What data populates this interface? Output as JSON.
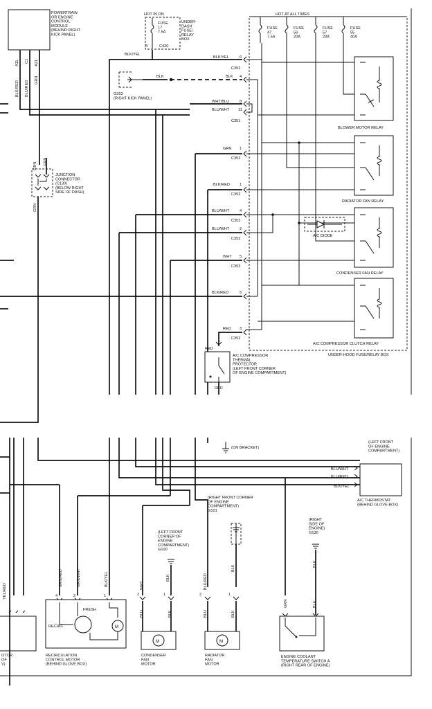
{
  "pcm": {
    "label": "POWERTRAIN\nOR ENGINE\nCONTROL\nMODULE\n(BEHIND RIGHT\nKICK PANEL)",
    "pins": [
      "A11",
      "C1",
      "A21"
    ],
    "wires": [
      "BLK/RED",
      "BLU/RED",
      "GRN"
    ]
  },
  "hot_in_on": "HOT IN ON",
  "hot_at_all_times": "HOT AT ALL TIMES",
  "under_dash": {
    "fuse": "FUSE\n17\n7.5A",
    "box": "UNDER-\nDASH\nFUSE/\nRELAY\nBOX",
    "connector": "C420",
    "pin": "3"
  },
  "fuses": [
    {
      "label": "FUSE\n47\n7.5A"
    },
    {
      "label": "FUSE\n56\n20A"
    },
    {
      "label": "FUSE\n57\n20A"
    },
    {
      "label": "FUSE\n55\n40A"
    }
  ],
  "g203": {
    "wire": "BLK",
    "label": "G203\n(RIGHT KICK PANEL)"
  },
  "left_wire": "BLK/YEL",
  "connectors": [
    {
      "wire": "BLK/YEL",
      "pin": "6",
      "conn": ""
    },
    {
      "wire": "BLK",
      "pin": "4",
      "conn": "C352"
    },
    {
      "wire": "WHT/BLU",
      "pin": "8",
      "conn": ""
    },
    {
      "wire": "BLU/WHT",
      "pin": "11",
      "conn": "C351"
    },
    {
      "wire": "GRN",
      "pin": "1",
      "conn": "C352"
    },
    {
      "wire": "BLK/RED",
      "pin": "1",
      "conn": "C352"
    },
    {
      "wire": "BLU/WHT",
      "pin": "4",
      "conn": "C353"
    },
    {
      "wire": "BLU/WHT",
      "pin": "2",
      "conn": "C352"
    },
    {
      "wire": "WHT",
      "pin": "5",
      "conn": "C353"
    },
    {
      "wire": "BLK/RED",
      "pin": "5",
      "conn": ""
    },
    {
      "wire": "RED",
      "pin": "3",
      "conn": "C352"
    }
  ],
  "relays": [
    "BLOWER MOTOR RELAY",
    "RADIATOR FAN RELAY",
    "CONDENSER FAN RELAY",
    "A/C COMPRESSOR CLUTCH RELAY"
  ],
  "ac_diode": "A/C DIODE",
  "underhood_box": "UNDER-HOOD FUSE/RELAY BOX",
  "junction": {
    "label": "JUNCTION\nCONNECTOR\n(C130)\n(BELOW RIGHT\nSIDE OF DASH)",
    "wire": "GRN"
  },
  "thermal": {
    "label": "A/C COMPRESSOR\nTHERMAL\nPROTECTOR\n(LEFT FRONT CORNER\nOF ENGINE COMPARTMENT)",
    "wire": "RED"
  },
  "bracket": "(ON BRACKET)",
  "thermostat": {
    "location": "(LEFT FRONT\nOF ENGINE\nCOMPARTMENT)",
    "wires": [
      "BLU/WHT",
      "BLU/RED",
      "BLK/YEL"
    ],
    "label": "A/C THERMOSTAT\n(BEHIND GLOVE BOX)"
  },
  "g101": "(RIGHT FRONT CORNER\nOF ENGINE\nCOMPARTMENT)\nG101",
  "g100": "(LEFT FRONT\nCORNER OF\nENGINE\nCOMPARTMENT)\nG100",
  "g130": "(RIGHT\nSIDE OF\nENGINE)\nG130",
  "recirc": {
    "wires": [
      "GRN/RED",
      "GRN/WHT",
      "BLK/YEL"
    ],
    "pins": [
      "4",
      "2",
      "1"
    ],
    "fresh": "FRESH",
    "recirc": "RECIRC",
    "label": "RECIRCULATION\nCONTROL MOTOR\n(BEHIND GLOVE BOX)"
  },
  "left_partial": {
    "wire": "YEL/RED",
    "label": "OTOR\nOF\nV)"
  },
  "condenser": {
    "top_wire": "WHT",
    "pin": "2",
    "pin2": "1",
    "gnd": "BLK",
    "bot_wires": [
      "BLU",
      "BLK"
    ],
    "label": "CONDENSER\nFAN\nMOTOR"
  },
  "radiator": {
    "top_wire": "BLK/RED",
    "pin": "2",
    "pin2": "1",
    "gnd": "BLK",
    "bot_wires": [
      "BLU",
      "BLK"
    ],
    "label": "RADIATOR\nFAN\nMOTOR"
  },
  "coolant": {
    "wires": [
      "GRN",
      "BLK"
    ],
    "label": "ENGINE COOLANT\nTEMPERATURE SWITCH A\n(RIGHT REAR OF ENGINE)"
  },
  "motor_symbol": "M"
}
